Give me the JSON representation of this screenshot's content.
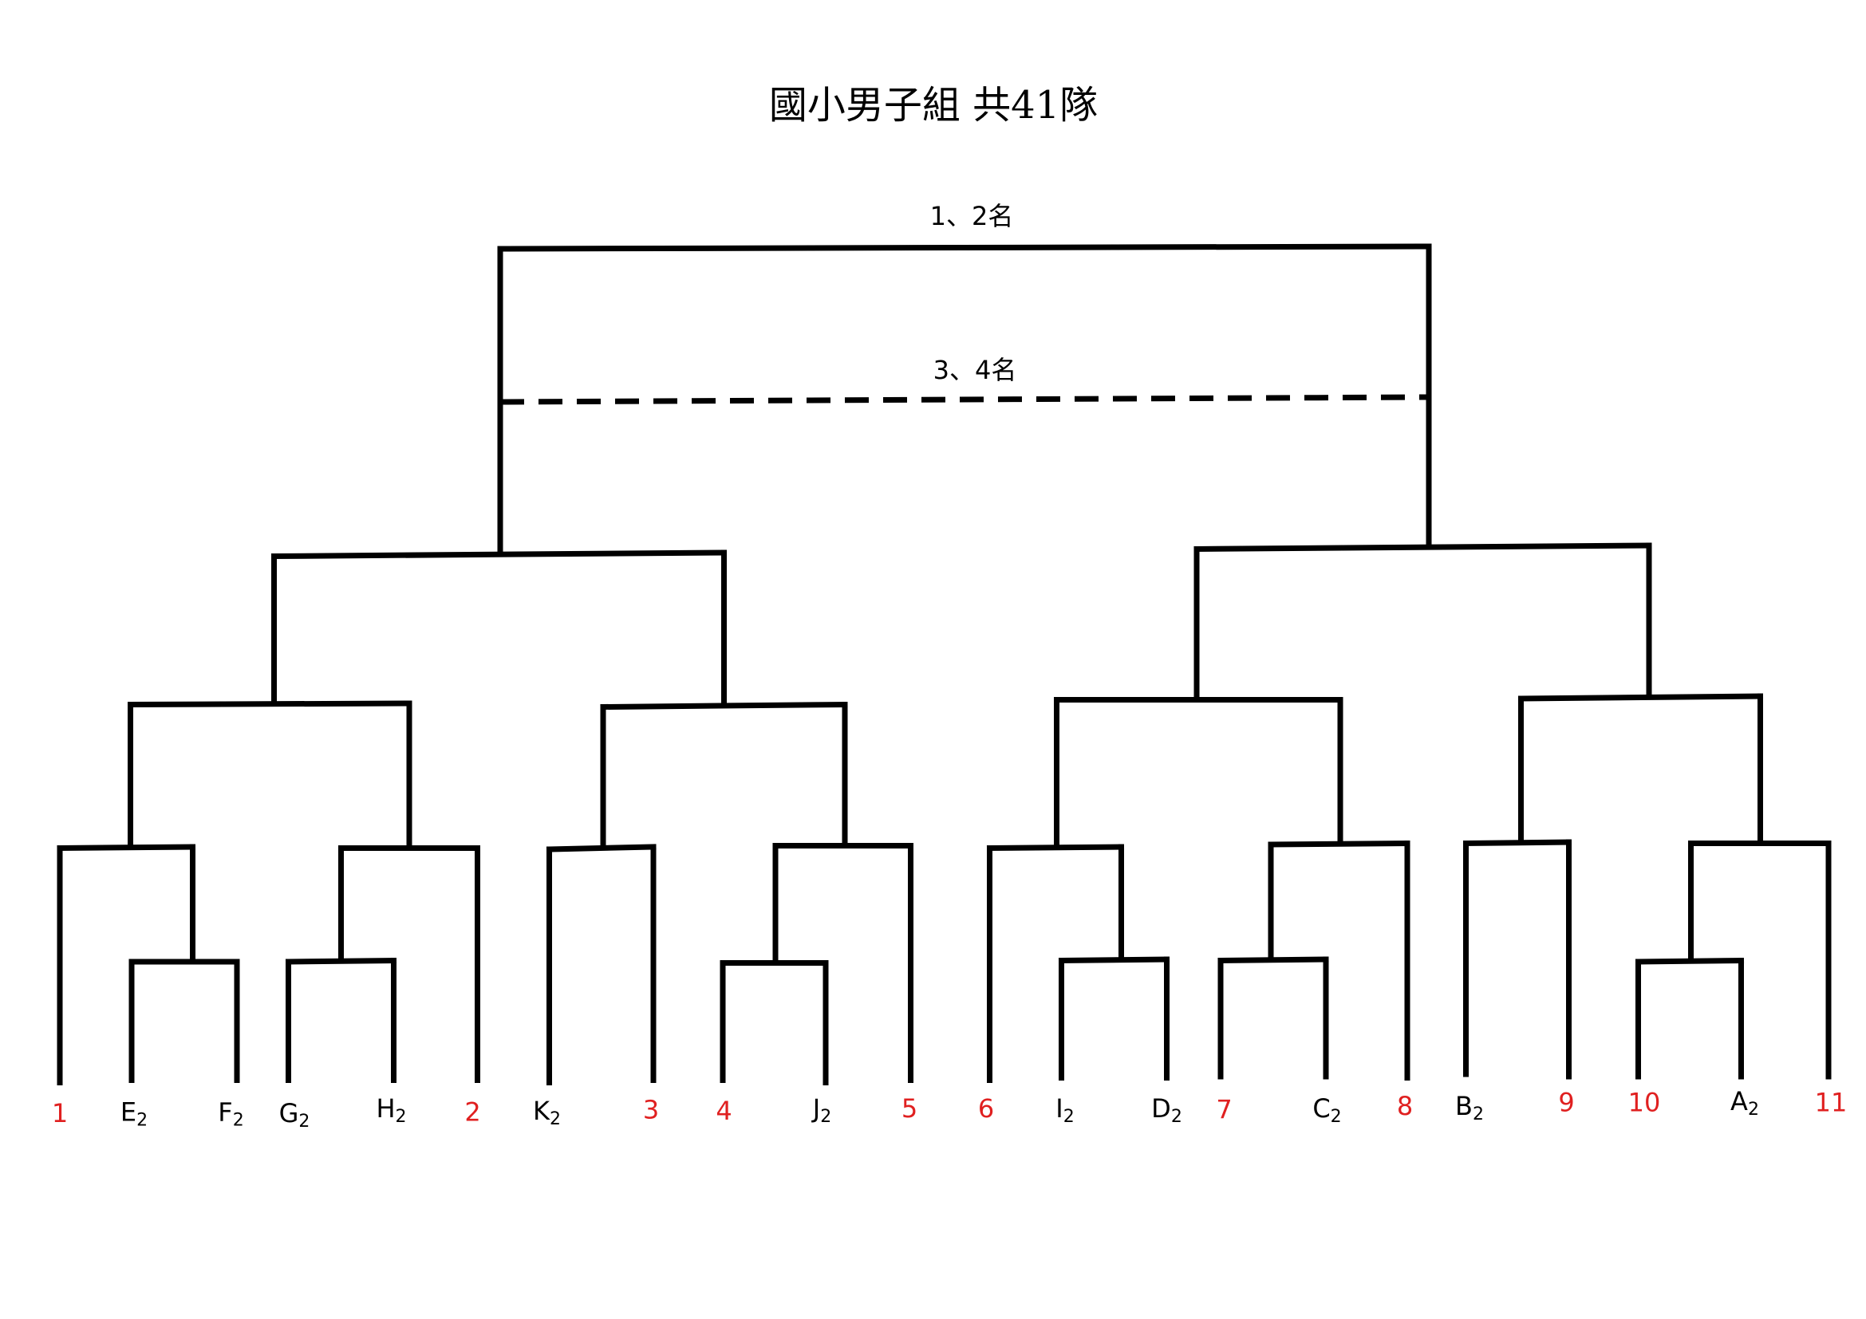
{
  "title": "國小男子組 共41隊",
  "final_label": "1、2名",
  "third_place_label": "3、4名",
  "colors": {
    "line": "#000000",
    "seed": "#e02020",
    "team": "#000000"
  },
  "slots": [
    {
      "main": "1",
      "sub": "",
      "kind": "seed"
    },
    {
      "main": "E",
      "sub": "2",
      "kind": "team"
    },
    {
      "main": "F",
      "sub": "2",
      "kind": "team"
    },
    {
      "main": "G",
      "sub": "2",
      "kind": "team"
    },
    {
      "main": "H",
      "sub": "2",
      "kind": "team"
    },
    {
      "main": "2",
      "sub": "",
      "kind": "seed"
    },
    {
      "main": "K",
      "sub": "2",
      "kind": "team"
    },
    {
      "main": "3",
      "sub": "",
      "kind": "seed"
    },
    {
      "main": "4",
      "sub": "",
      "kind": "seed"
    },
    {
      "main": "J",
      "sub": "2",
      "kind": "team"
    },
    {
      "main": "5",
      "sub": "",
      "kind": "seed"
    },
    {
      "main": "6",
      "sub": "",
      "kind": "seed"
    },
    {
      "main": "I",
      "sub": "2",
      "kind": "team"
    },
    {
      "main": "D",
      "sub": "2",
      "kind": "team"
    },
    {
      "main": "7",
      "sub": "",
      "kind": "seed"
    },
    {
      "main": "C",
      "sub": "2",
      "kind": "team"
    },
    {
      "main": "8",
      "sub": "",
      "kind": "seed"
    },
    {
      "main": "B",
      "sub": "2",
      "kind": "team"
    },
    {
      "main": "9",
      "sub": "",
      "kind": "seed"
    },
    {
      "main": "10",
      "sub": "",
      "kind": "seed"
    },
    {
      "main": "A",
      "sub": "2",
      "kind": "team"
    },
    {
      "main": "11",
      "sub": "",
      "kind": "seed"
    }
  ]
}
